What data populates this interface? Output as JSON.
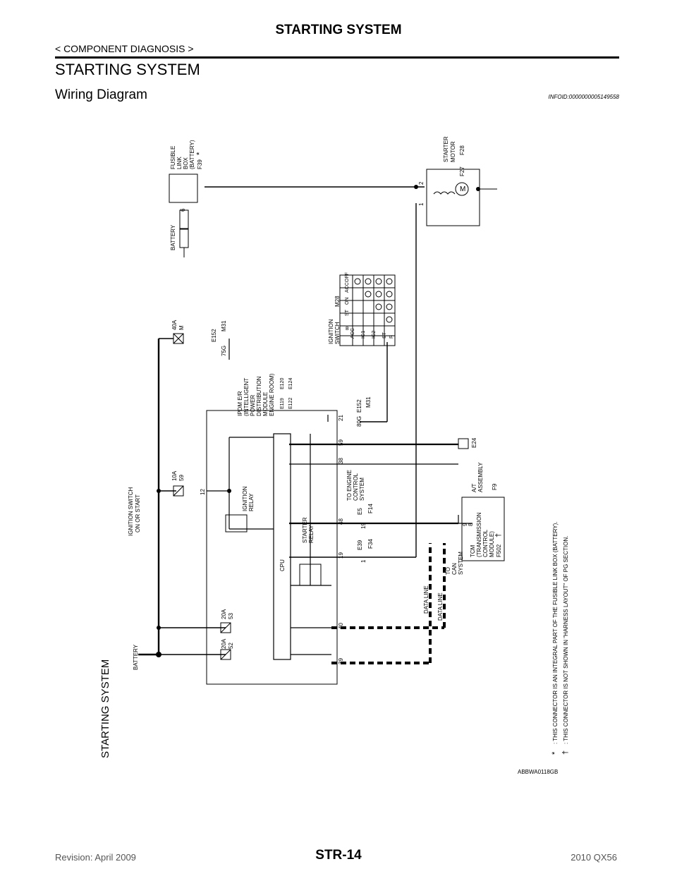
{
  "header": {
    "title": "STARTING SYSTEM",
    "subtitle": "< COMPONENT DIAGNOSIS >"
  },
  "section": {
    "title": "STARTING SYSTEM",
    "subtitle": "Wiring Diagram",
    "infoid": "INFOID:0000000005149558"
  },
  "diagram": {
    "side_title": "STARTING SYSTEM",
    "figure_code": "ABBWA0118GB",
    "battery_left": "BATTERY",
    "ign_switch_label": "IGNITION SWITCH",
    "ign_switch_label2": "ON OR START",
    "fuse_10a": "10A",
    "fuse_59": "59",
    "fuse_20a_1": "20A",
    "fuse_52": "52",
    "fuse_20a_2": "20A",
    "fuse_53": "53",
    "fuse_40a": "40A",
    "fuse_m": "M",
    "battery_top": "BATTERY",
    "fusible_link": [
      "FUSIBLE",
      "LINK",
      "BOX",
      "(BATTERY)"
    ],
    "conn_f39": "F39",
    "star": "*",
    "dagger": "†",
    "conn_6": "6",
    "starter_motor": [
      "STARTER",
      "MOTOR"
    ],
    "conn_f27": "F27",
    "conn_f28": "F28",
    "pin_1": "1",
    "pin_2": "2",
    "motor_m": "M",
    "ign_switch": [
      "IGNITION",
      "SWITCH"
    ],
    "conn_m28": "M28",
    "sw_cols": [
      "OFF",
      "ACC",
      "ON",
      "ST"
    ],
    "sw_rows": [
      "B",
      "ACC",
      "IG1",
      "IG2",
      "ST",
      "R"
    ],
    "conn_e152a": "E152",
    "conn_m31a": "M31",
    "pin_75g": "75G",
    "ipdm": [
      "IPDM E/R",
      "(INTELLIGENT",
      "POWER",
      "DISTRIBUTION",
      "MODULE",
      "ENGINE ROOM)"
    ],
    "conn_e119": "E119",
    "conn_e120": "E120",
    "conn_e122": "E122",
    "conn_e124": "E124",
    "pin_21": "21",
    "pin_59": "59",
    "pin_38": "38",
    "pin_48": "48",
    "pin_19": "19",
    "pin_40": "40",
    "pin_39": "39",
    "pin_12": "12",
    "conn_e152b": "E152",
    "conn_m31b": "M31",
    "pin_80g": "80G",
    "ground_e24": "E24",
    "ign_relay": [
      "IGNITION",
      "RELAY"
    ],
    "starter_relay": [
      "STARTER",
      "RELAY"
    ],
    "cpu": "CPU",
    "to_engine": [
      "TO ENGINE",
      "CONTROL",
      "SYSTEM"
    ],
    "conn_e5": "E5",
    "conn_f14": "F14",
    "pin_19b": "19",
    "conn_e39": "E39",
    "conn_f34": "F34",
    "pin_1b": "1",
    "at_assembly": [
      "A/T",
      "ASSEMBLY"
    ],
    "conn_f9": "F9",
    "pin_9": "9",
    "pin_8": "8",
    "tcm": [
      "TCM",
      "(TRANSMISSION",
      "CONTROL",
      "MODULE)"
    ],
    "conn_f502": "F502",
    "data_line_1": "DATA LINE",
    "data_line_2": "DATA LINE",
    "to_can": [
      "TO",
      "CAN",
      "SYSTEM"
    ],
    "note_1": ": THIS CONNECTOR IS AN INTEGRAL PART OF THE FUSIBLE LINK BOX (BATTERY).",
    "note_2": ": THIS CONNECTOR IS NOT SHOWN IN \"HARNESS LAYOUT\" OF PG SECTION."
  },
  "footer": {
    "revision": "Revision: April 2009",
    "page": "STR-14",
    "model": "2010 QX56"
  }
}
